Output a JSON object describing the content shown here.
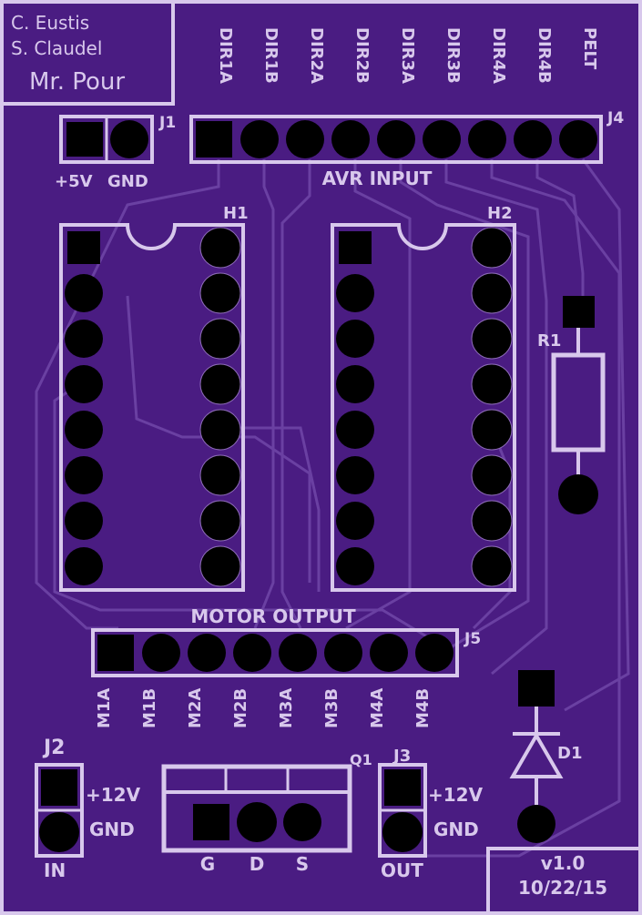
{
  "credits": {
    "line1": "C. Eustis",
    "line2": "S. Claudel",
    "line3": "Mr. Pour"
  },
  "j1": {
    "ref": "J1",
    "pins": [
      "+5V",
      "GND"
    ]
  },
  "j4": {
    "ref": "J4",
    "title": "AVR INPUT",
    "pins": [
      "DIR1A",
      "DIR1B",
      "DIR2A",
      "DIR2B",
      "DIR3A",
      "DIR3B",
      "DIR4A",
      "DIR4B",
      "PELT"
    ]
  },
  "h1": {
    "ref": "H1"
  },
  "h2": {
    "ref": "H2"
  },
  "r1": {
    "ref": "R1"
  },
  "j5": {
    "ref": "J5",
    "title": "MOTOR OUTPUT",
    "pins": [
      "M1A",
      "M1B",
      "M2A",
      "M2B",
      "M3A",
      "M3B",
      "M4A",
      "M4B"
    ]
  },
  "d1": {
    "ref": "D1"
  },
  "j2": {
    "ref": "J2",
    "pins": [
      "+12V",
      "GND"
    ],
    "label": "IN"
  },
  "q1": {
    "ref": "Q1",
    "pins": [
      "G",
      "D",
      "S"
    ]
  },
  "j3": {
    "ref": "J3",
    "pins": [
      "+12V",
      "GND"
    ],
    "label": "OUT"
  },
  "version": {
    "line1": "v1.0",
    "line2": "10/22/15"
  },
  "colors": {
    "board": "#4a1c82",
    "silkscreen": "#d8c8ec",
    "trace": "#6a40a2",
    "pad": "#000000"
  }
}
